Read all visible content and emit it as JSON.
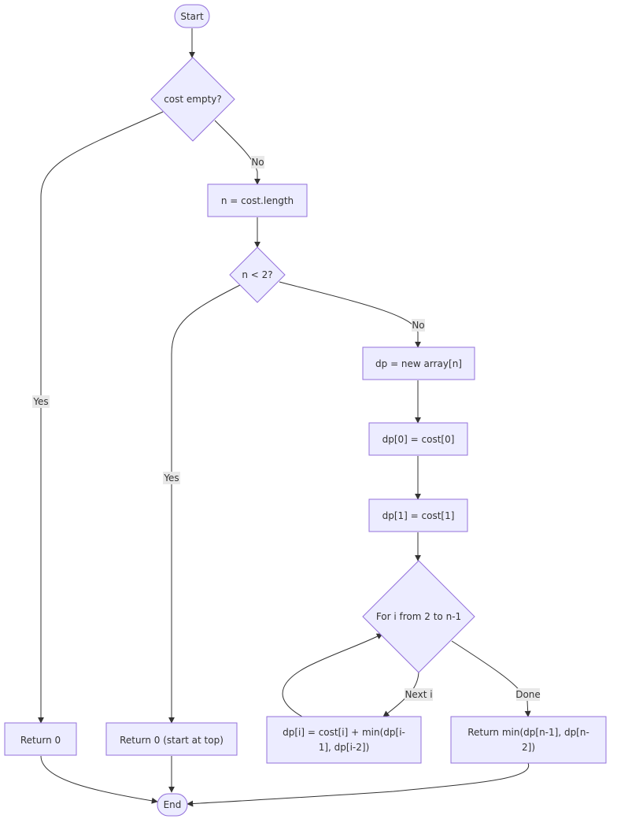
{
  "diagram": {
    "colors": {
      "node_fill": "#ECECFF",
      "node_stroke": "#9370DB",
      "edge": "#333333",
      "label_bg": "#E8E8E8",
      "text": "#333333"
    },
    "nodes": {
      "start": {
        "label": "Start",
        "shape": "stadium"
      },
      "cost_empty": {
        "label": "cost empty?",
        "shape": "diamond"
      },
      "n_assign": {
        "label": "n = cost.length",
        "shape": "rect"
      },
      "n_lt_2": {
        "label": "n < 2?",
        "shape": "diamond"
      },
      "dp_new": {
        "label": "dp = new array[n]",
        "shape": "rect"
      },
      "dp0": {
        "label": "dp[0] = cost[0]",
        "shape": "rect"
      },
      "dp1": {
        "label": "dp[1] = cost[1]",
        "shape": "rect"
      },
      "for_loop": {
        "label": "For i from 2 to n-1",
        "shape": "diamond"
      },
      "return_0": {
        "label": "Return 0",
        "shape": "rect"
      },
      "return_0_top": {
        "label": "Return 0 (start at top)",
        "shape": "rect"
      },
      "dp_i_line1": {
        "label": "dp[i] = cost[i] + min(dp[i-",
        "shape": "text"
      },
      "dp_i_line2": {
        "label": "1], dp[i-2])",
        "shape": "text"
      },
      "return_min_line1": {
        "label": "Return min(dp[n-1], dp[n-",
        "shape": "text"
      },
      "return_min_line2": {
        "label": "2])",
        "shape": "text"
      },
      "end": {
        "label": "End",
        "shape": "stadium"
      }
    },
    "edge_labels": {
      "cost_empty_no": "No",
      "cost_empty_yes": "Yes",
      "n_lt_2_no": "No",
      "n_lt_2_yes": "Yes",
      "loop_next": "Next i",
      "loop_done": "Done"
    }
  }
}
